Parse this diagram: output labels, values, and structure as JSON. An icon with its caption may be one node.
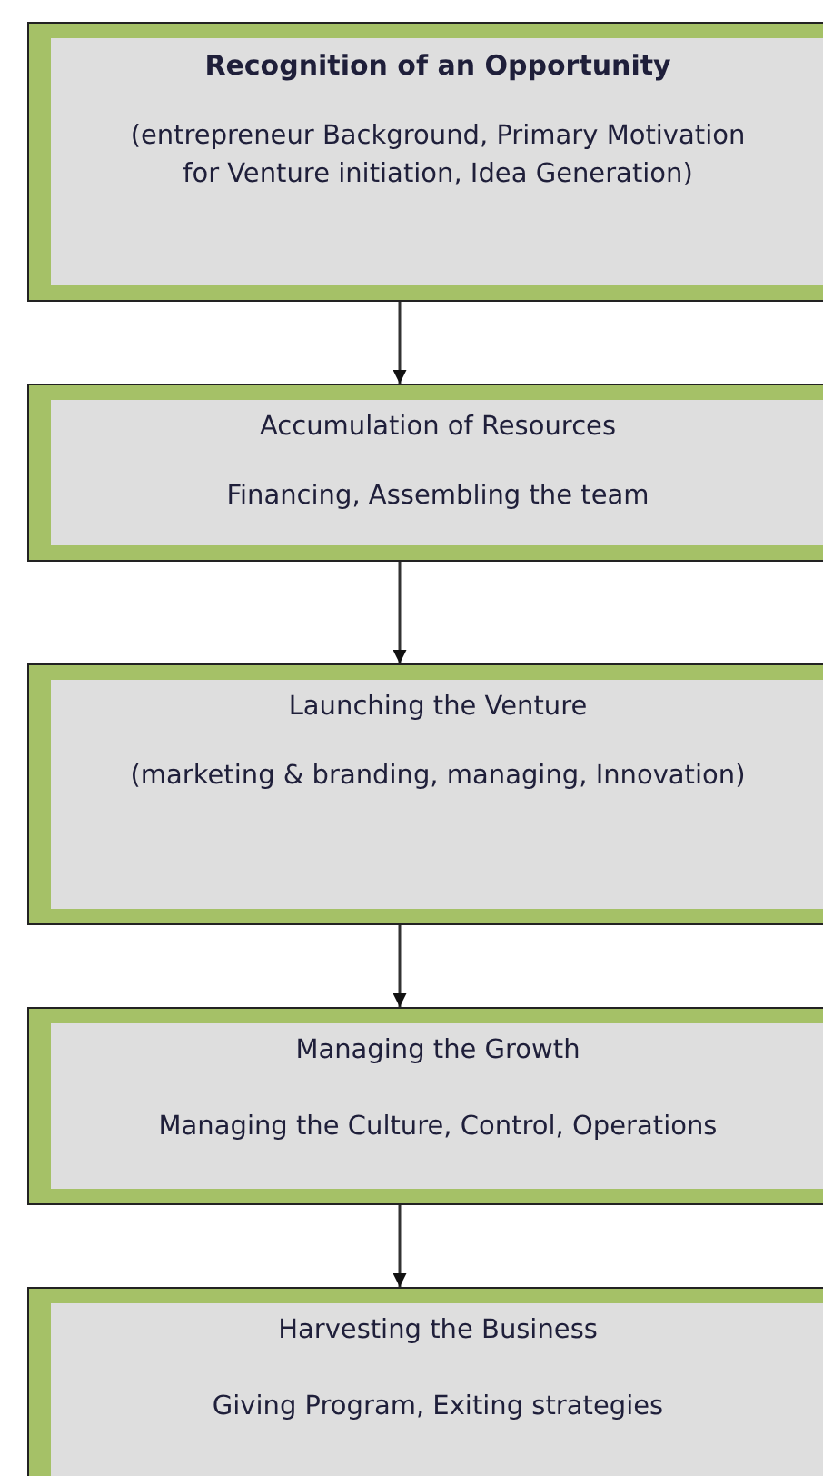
{
  "diagram": {
    "nodes": [
      {
        "text": [
          "Recognition of an Opportunity",
          "(entrepreneur Background, Primary Motivation for Venture initiation, Idea Generation)"
        ]
      },
      {
        "text": [
          "Accumulation of Resources",
          "Financing, Assembling the team"
        ]
      },
      {
        "text": [
          "Launching the Venture",
          "(marketing & branding, managing, Innovation)"
        ]
      },
      {
        "text": [
          "Managing the Growth",
          "Managing the Culture, Control, Operations"
        ]
      },
      {
        "text": [
          "Harvesting the Business",
          "Giving Program, Exiting strategies"
        ]
      }
    ],
    "edges": [
      {
        "from": 0,
        "to": 1,
        "arrow": "to"
      },
      {
        "from": 1,
        "to": 2,
        "arrow": "to"
      },
      {
        "from": 2,
        "to": 3,
        "arrow": "to"
      },
      {
        "from": 3,
        "to": 4,
        "arrow": "to"
      }
    ]
  }
}
